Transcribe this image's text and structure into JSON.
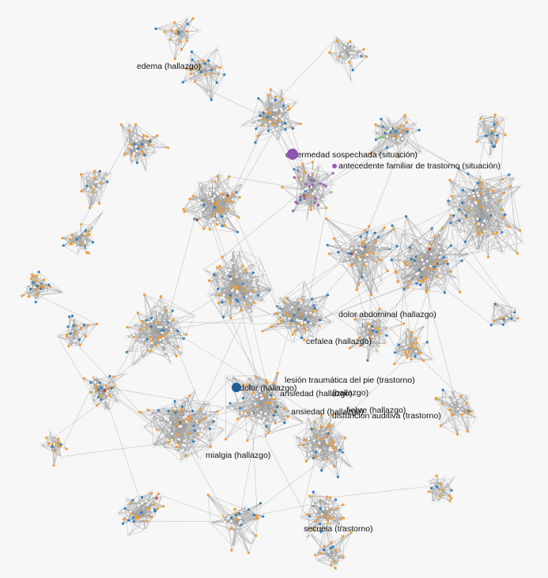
{
  "graph": {
    "colors": {
      "background": "#f7f7f7",
      "edge": "#9a9a9a",
      "node_orange": "#f39c2b",
      "node_blue": "#2f7fbf",
      "node_white": "#ffffff",
      "node_green": "#7fcf6f",
      "node_purple": "#9a5bb5",
      "node_darkblue": "#1f5f96",
      "node_red": "#c0392b"
    },
    "labels": [
      {
        "id": "edema",
        "text": "edema (hallazgo)"
      },
      {
        "id": "enfermedad",
        "text": "enfermedad sospechada (situación)"
      },
      {
        "id": "antecedente",
        "text": "antecedente familiar de trastorno (situación)"
      },
      {
        "id": "dolor-abdominal",
        "text": "dolor abdominal (hallazgo)"
      },
      {
        "id": "cefalea",
        "text": "cefalea (hallazgo)"
      },
      {
        "id": "lesion",
        "text": "lesión traumática del pie (trastorno)"
      },
      {
        "id": "dolor",
        "text": "dolor (hallazgo)"
      },
      {
        "id": "ansiedad",
        "text": "ansiedad (hallazgo)"
      },
      {
        "id": "fiebre",
        "text": "fiebre (hallazgo)"
      },
      {
        "id": "disfuncion",
        "text": "disfunción auditiva (trastorno)"
      },
      {
        "id": "mialgia",
        "text": "mialgia (hallazgo)"
      },
      {
        "id": "secuela",
        "text": "secuela (trastorno)"
      },
      {
        "id": "hallazgo-extra",
        "text": "(hallazgo)"
      }
    ]
  }
}
